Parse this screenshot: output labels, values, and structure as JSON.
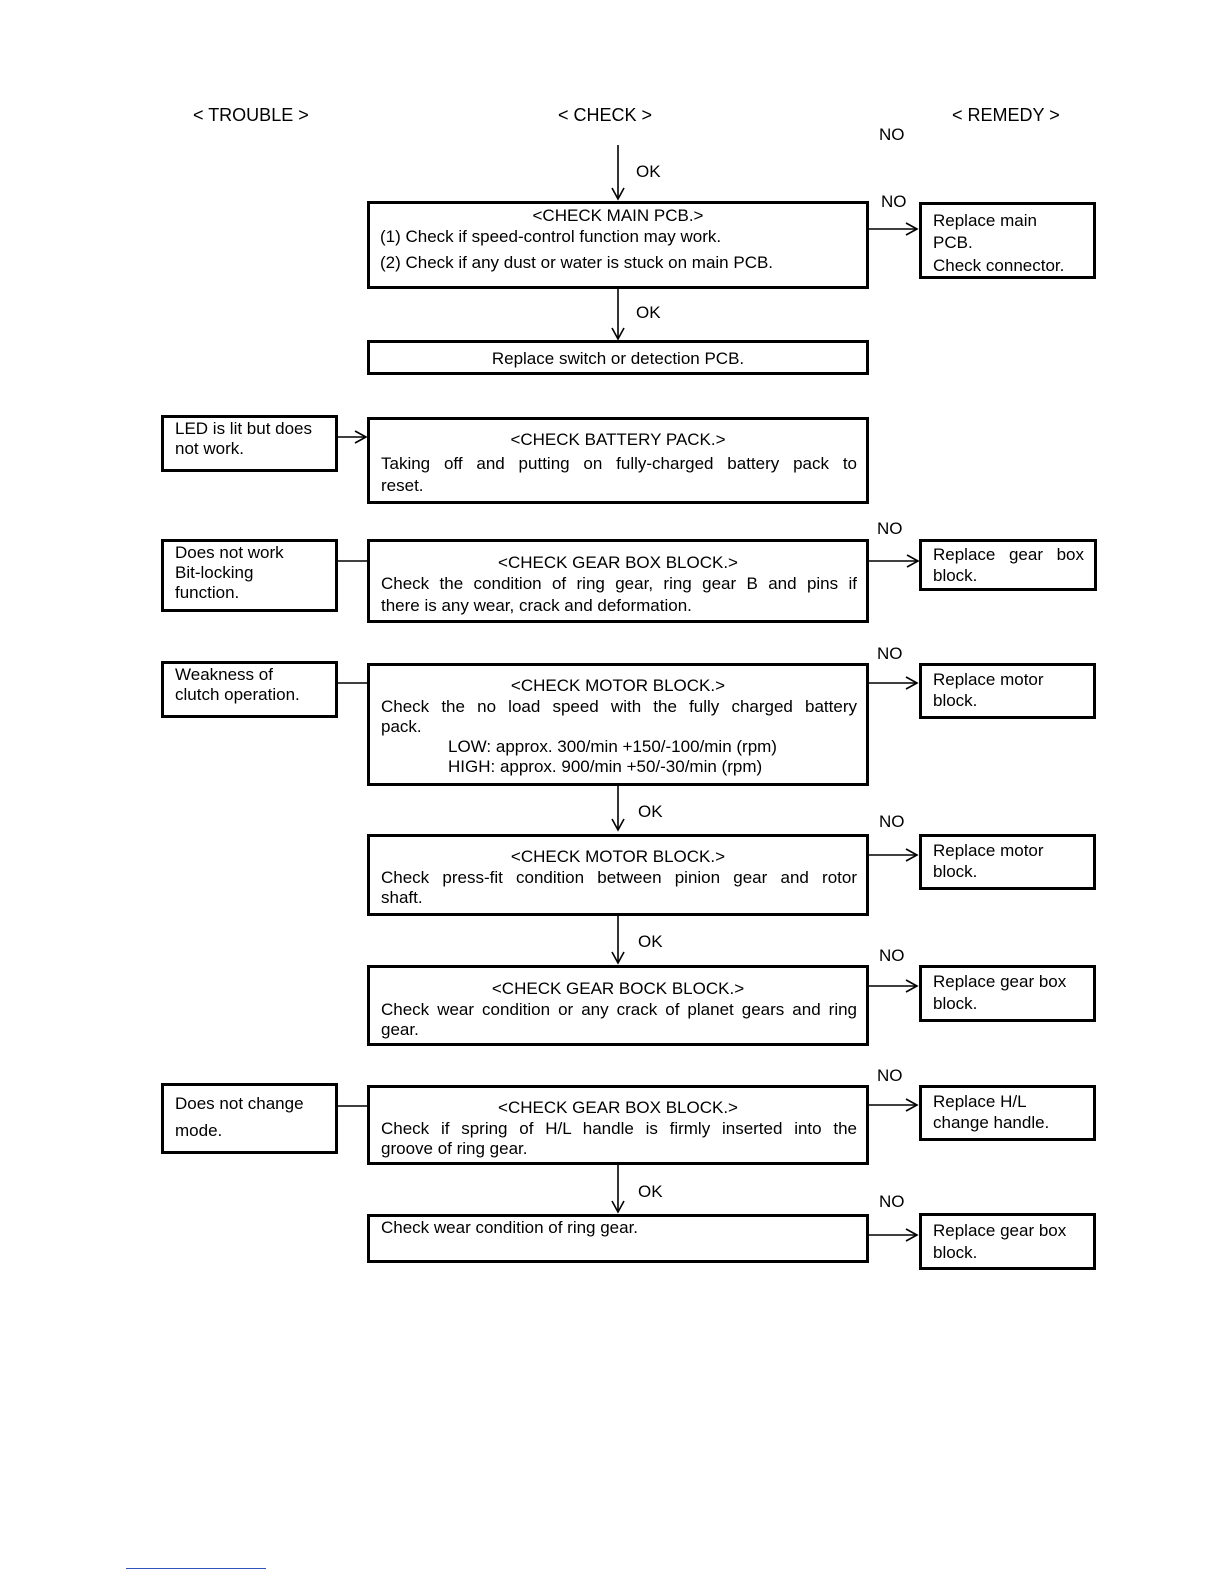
{
  "headers": {
    "trouble": "< TROUBLE >",
    "check": "< CHECK >",
    "remedy": "< REMEDY >"
  },
  "labels": {
    "ok": "OK",
    "no": "NO"
  },
  "troubles": {
    "t1": [
      "LED is lit but does",
      "not work."
    ],
    "t2": [
      "Does not work",
      "Bit-locking",
      "function."
    ],
    "t3": [
      "Weakness of",
      "clutch operation."
    ],
    "t4": [
      "Does not change",
      "mode."
    ]
  },
  "checks": {
    "c1": [
      "<CHECK MAIN PCB.>",
      "(1) Check if speed-control function may work.",
      "(2) Check if any dust or water is stuck on main PCB."
    ],
    "c2": [
      "Replace switch or detection PCB."
    ],
    "c3": [
      "<CHECK BATTERY PACK.>",
      "Taking off and putting on fully-charged battery pack to",
      "reset."
    ],
    "c4": [
      "<CHECK GEAR BOX BLOCK.>",
      "Check the condition of ring gear, ring gear B and pins if",
      "there is any wear, crack and deformation."
    ],
    "c5": [
      "<CHECK MOTOR BLOCK.>",
      "Check the no load speed with the fully charged battery",
      "pack.",
      "LOW: approx. 300/min +150/-100/min (rpm)",
      "HIGH: approx. 900/min +50/-30/min (rpm)"
    ],
    "c6": [
      "<CHECK MOTOR BLOCK.>",
      "Check press-fit condition between pinion gear and rotor",
      "shaft."
    ],
    "c7": [
      "<CHECK GEAR BOCK BLOCK.>",
      "Check wear condition or any crack of planet gears and ring",
      "gear."
    ],
    "c8": [
      "<CHECK GEAR BOX BLOCK.>",
      "Check if spring of H/L handle is firmly inserted into the",
      "groove of ring gear."
    ],
    "c9": [
      "Check wear condition of ring gear."
    ]
  },
  "remedies": {
    "r1": [
      "Replace main",
      "PCB.",
      "Check connector."
    ],
    "r2": [
      "Replace gear box",
      "block."
    ],
    "r3": [
      "Replace motor",
      "block."
    ],
    "r4": [
      "Replace motor",
      "block."
    ],
    "r5": [
      "Replace gear box",
      "block."
    ],
    "r6": [
      "Replace H/L",
      "change handle."
    ],
    "r7": [
      "Replace gear box",
      "block."
    ]
  }
}
